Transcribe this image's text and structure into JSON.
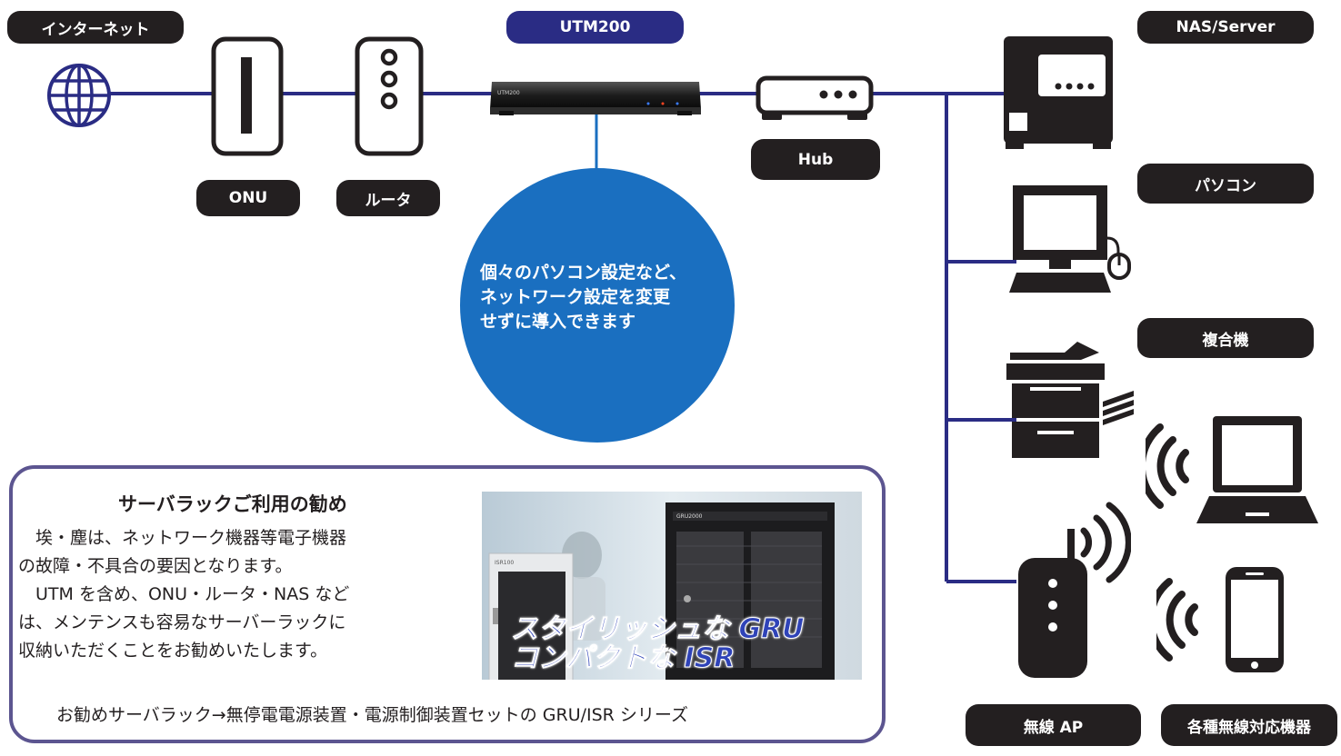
{
  "labels": {
    "internet": "インターネット",
    "onu": "ONU",
    "router": "ルータ",
    "utm": "UTM200",
    "hub": "Hub",
    "nas": "NAS/Server",
    "pc": "パソコン",
    "mfp": "複合機",
    "wireless_ap": "無線 AP",
    "wireless_devices": "各種無線対応機器"
  },
  "device": {
    "utm_model": "UTM200"
  },
  "bubble": {
    "lines": [
      "個々のパソコン設定など、",
      "ネットワーク設定を変更",
      "せずに導入できます"
    ]
  },
  "info": {
    "title": "サーバラックご利用の勧め",
    "body": [
      "　埃・塵は、ネットワーク機器等電子機器",
      "の故障・不具合の要因となります。",
      "　UTM を含め、ONU・ルータ・NAS など",
      "は、メンテンスも容易なサーバーラックに",
      "収納いただくことをお勧めいたします。"
    ],
    "recommend": "お勧めサーバラック→無停電電源装置・電源制御装置セットの GRU/ISR シリーズ"
  },
  "photo": {
    "tagline1": "スタイリッシュな GRU",
    "tagline2": "コンパクトな ISR",
    "rack_large_label": "GRU2000",
    "rack_small_label": "ISR100"
  },
  "colors": {
    "line": "#2a2c84",
    "pill": "#231f20",
    "utm_pill": "#2a2c84",
    "bubble": "#1a6fc0",
    "frame": "#5c5590",
    "tagline": "#2f43b8"
  }
}
